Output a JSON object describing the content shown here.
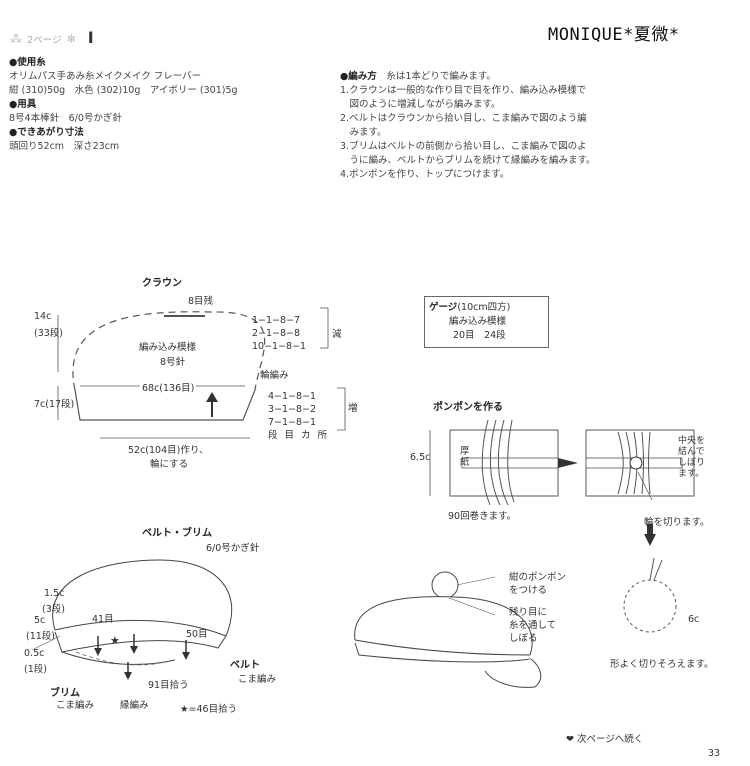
{
  "header": {
    "page_ref": "2ページ",
    "roman": "Ⅰ",
    "watermark": "MONIQUE*夏微*"
  },
  "materials": {
    "yarn_title": "●使用糸",
    "yarn_name": "オリムパス手あみ糸メイクメイク フレーバー",
    "yarn_colors": "紺 (310)50g　水色 (302)10g　アイボリー (301)5g",
    "tools_title": "●用具",
    "tools": "8号4本棒針　6/0号かぎ針",
    "size_title": "●できあがり寸法",
    "size": "頭回り52cm　深さ23cm"
  },
  "howto": {
    "title": "●編み方",
    "note": "糸は1本どりで編みます。",
    "steps": [
      "1.クラウンは一般的な作り目で目を作り、編み込み模様で",
      "　図のように増減しながら編みます。",
      "2.ベルトはクラウンから拾い目し、こま編みで図のよう編",
      "　みます。",
      "3.ブリムはベルトの前側から拾い目し、こま編みで図のよ",
      "　うに編み、ベルトからブリムを続けて縁編みを編みます。",
      "4.ポンポンを作り、トップにつけます。"
    ]
  },
  "crown": {
    "title": "クラウン",
    "top": "8目残",
    "pattern1": "編み込み模様",
    "pattern2": "8号針",
    "width": "68c(136目)",
    "cast_on1": "52c(104目)作り、",
    "cast_on2": "輪にする",
    "height_top1": "14c",
    "height_top2": "(33段)",
    "height_bottom": "7c(17段)",
    "rib": "輪編み",
    "dec_label": "減",
    "inc_label": "増",
    "dec_rows": [
      "1−1−8−7",
      "2−1−8−8",
      "10−1−8−1"
    ],
    "inc_rows": [
      "4−1−8−1",
      "3−1−8−2",
      "7−1−8−1"
    ],
    "legend": "段 目 カ 所"
  },
  "gauge": {
    "title": "ゲージ",
    "unit": "(10cm四方)",
    "line1": "編み込み模様",
    "line2": "20目　24段"
  },
  "pompom": {
    "title": "ポンポンを作る",
    "size": "6.5c",
    "card": "厚紙",
    "wraps": "90回巻きます。",
    "tie": "中央を結んでしぼります。",
    "cut": "輪を切ります。",
    "diam": "6c",
    "trim": "形よく切りそろえます。"
  },
  "belt": {
    "title": "ベルト・ブリム",
    "hook": "6/0号かぎ針",
    "h1a": "1.5c",
    "h1b": "(3段)",
    "h2a": "5c",
    "h2b": "(11段)",
    "h3a": "0.5c",
    "h3b": "(1段)",
    "pick41": "41目",
    "pick50": "50目",
    "belt_label": "ベルト",
    "belt_stitch": "こま編み",
    "brim_label": "ブリム",
    "brim_stitch": "こま編み",
    "edge": "縁編み",
    "pick91": "91目拾う",
    "star": "★=46目拾う"
  },
  "hat": {
    "pompom_note1": "紺のポンポン",
    "pompom_note2": "をつける",
    "thread_note1": "残り目に",
    "thread_note2": "糸を通して",
    "thread_note3": "しぼる"
  },
  "footer": {
    "next": "❤ 次ページへ続く",
    "page": "33"
  }
}
